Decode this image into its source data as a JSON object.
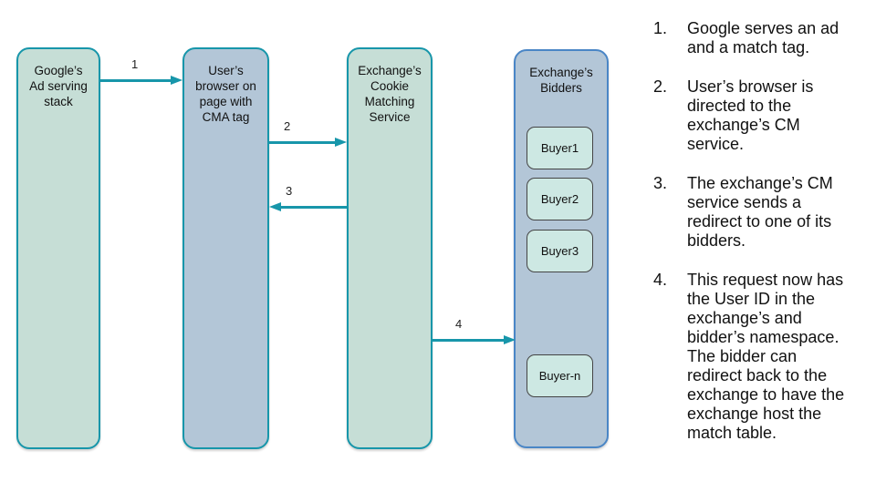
{
  "diagram": {
    "nodes": [
      {
        "id": "google-ad-stack",
        "label": "Google’s\nAd serving\nstack"
      },
      {
        "id": "user-browser",
        "label": "User’s\nbrowser on\npage with\nCMA tag"
      },
      {
        "id": "cm-service",
        "label": "Exchange’s\nCookie\nMatching\nService"
      },
      {
        "id": "bidders",
        "label": "Exchange’s\nBidders"
      }
    ],
    "buyers": [
      "Buyer1",
      "Buyer2",
      "Buyer3",
      "Buyer-n"
    ],
    "arrows": [
      {
        "label": "1",
        "from": "google-ad-stack",
        "to": "user-browser",
        "direction": "right"
      },
      {
        "label": "2",
        "from": "user-browser",
        "to": "cm-service",
        "direction": "right"
      },
      {
        "label": "3",
        "from": "cm-service",
        "to": "user-browser",
        "direction": "left"
      },
      {
        "label": "4",
        "from": "cm-service",
        "to": "bidders",
        "direction": "right"
      }
    ],
    "colors": {
      "teal_fill": "#c6ded6",
      "blue_fill": "#b3c6d7",
      "buyer_fill": "#cde8e3",
      "teal_border": "#1796aa",
      "blue_border": "#4a86c6",
      "buyer_border": "#444444",
      "arrow": "#1796aa"
    }
  },
  "steps": [
    {
      "num": "1.",
      "text": "Google serves an ad and a match tag."
    },
    {
      "num": "2.",
      "text": "User’s browser is directed to the exchange’s CM service."
    },
    {
      "num": "3.",
      "text": "The exchange’s CM service sends a redirect to one of its bidders."
    },
    {
      "num": "4.",
      "text": "This request now has the User ID in the exchange’s and bidder’s namespace. The bidder can redirect back to the exchange to have the exchange host the match table."
    }
  ]
}
